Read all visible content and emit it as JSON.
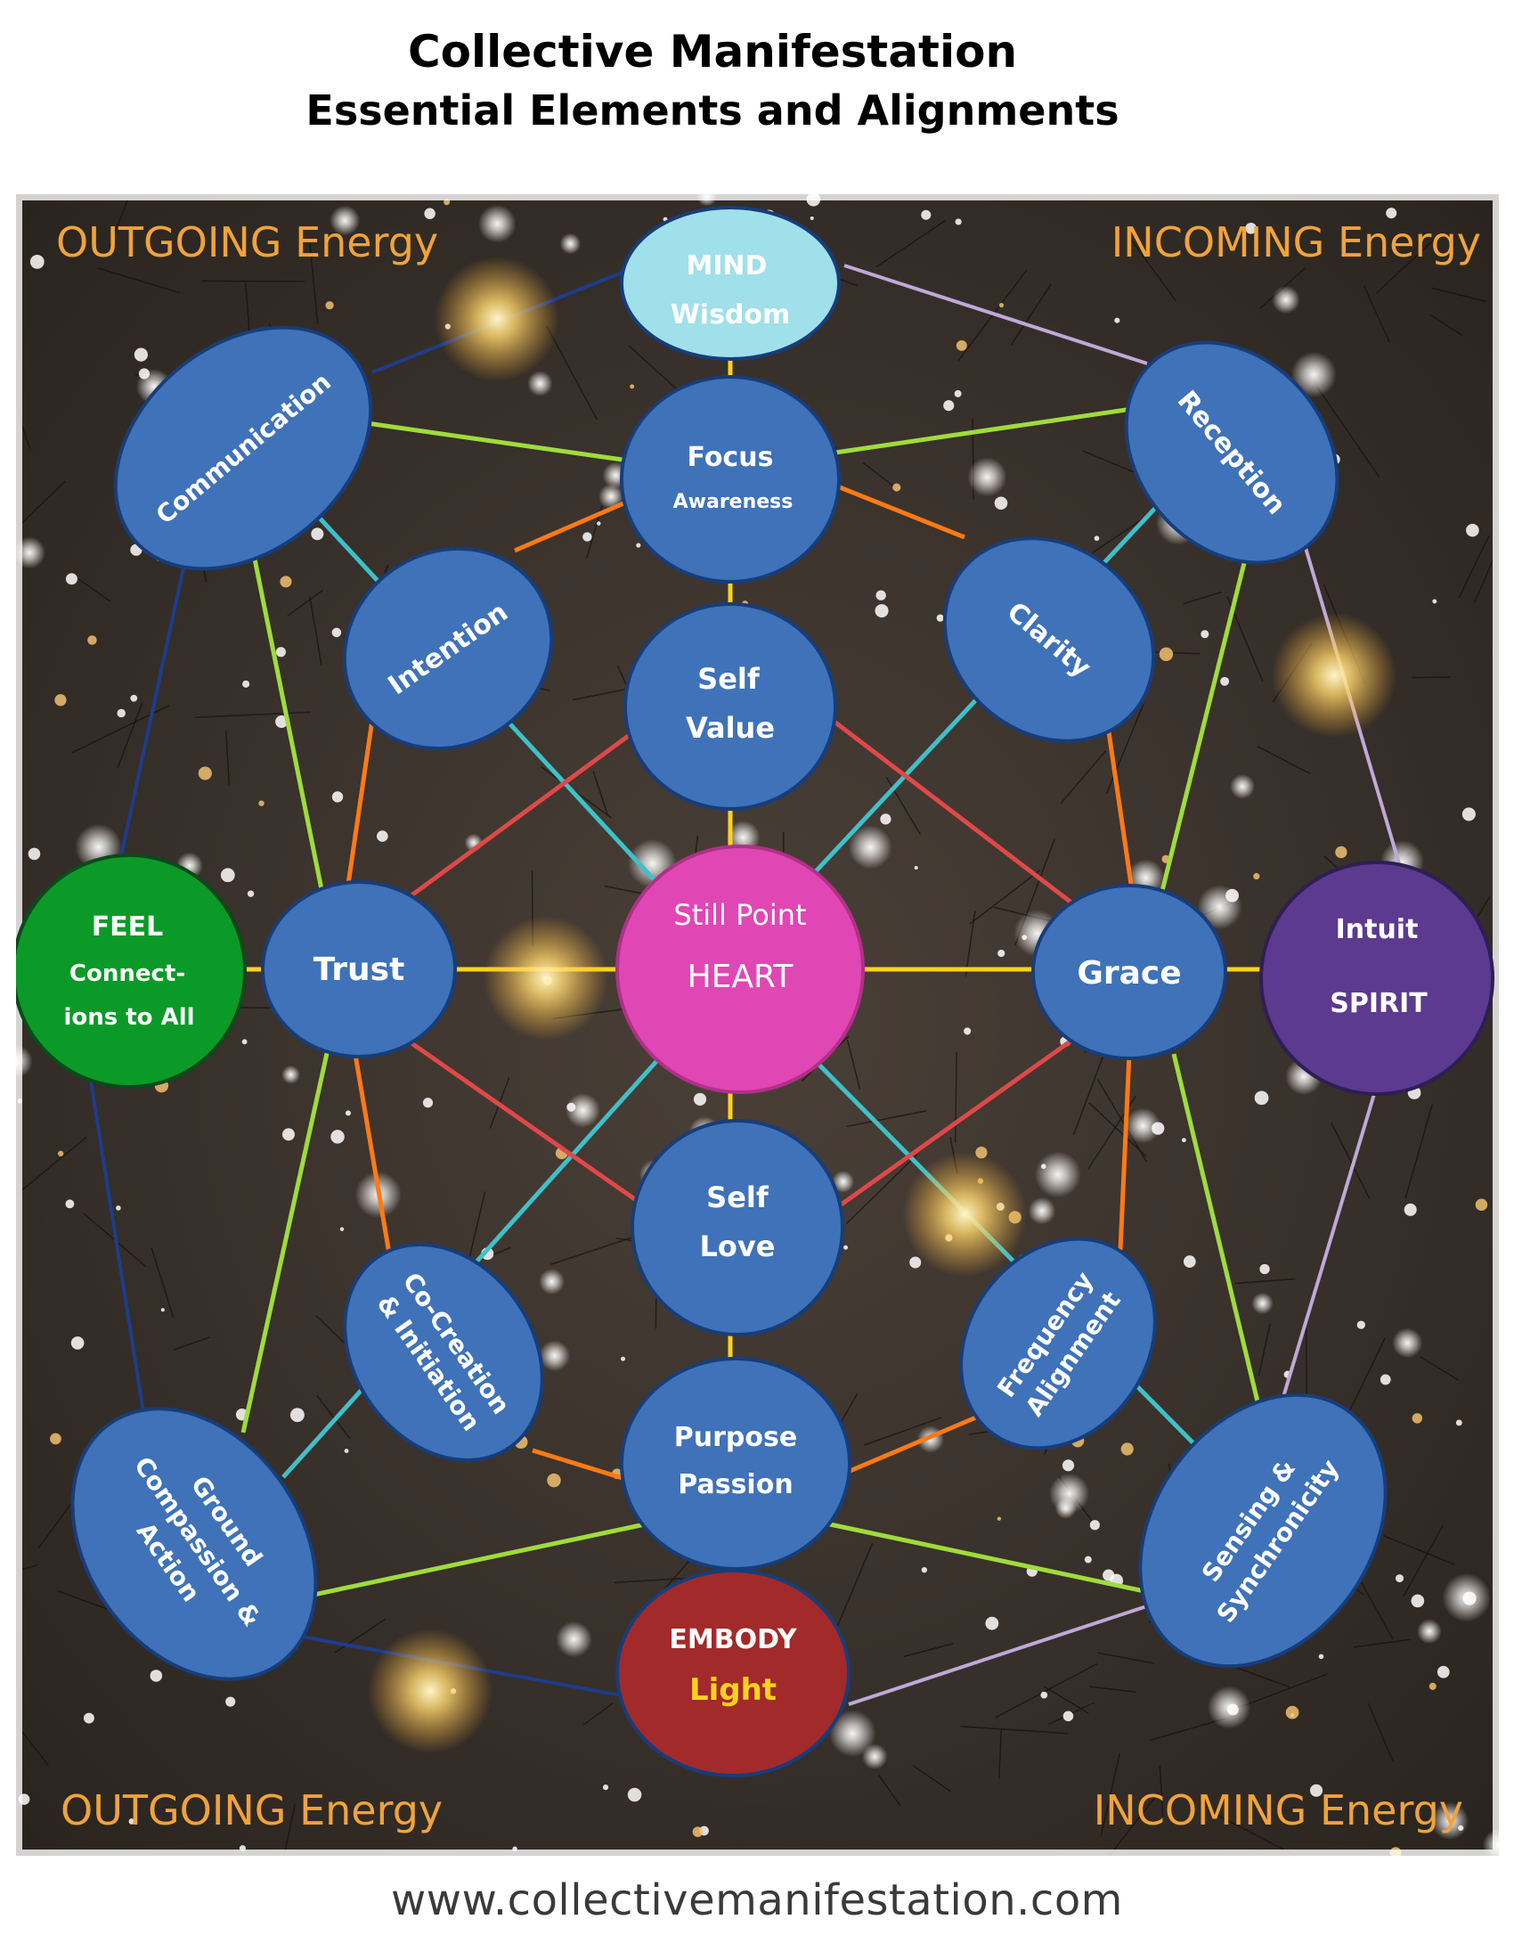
{
  "title": {
    "line1": "Collective Manifestation",
    "line2": "Essential Elements and Alignments"
  },
  "corners": {
    "top_left": "OUTGOING  Energy",
    "top_right": "INCOMING Energy",
    "bottom_left": "OUTGOING Energy",
    "bottom_right": "INCOMING Energy"
  },
  "footer": {
    "url": "www.collectivemanifestation.com"
  },
  "colors": {
    "node_blue": "#3f72b8",
    "node_outline": "#173d7a",
    "mind": "#9fe0ea",
    "heart": "#e146b5",
    "feel": "#0b9a28",
    "spirit": "#5b3a8f",
    "embody": "#a22a2a",
    "corner_text": "#f0a33a",
    "yellow_line": "#ffd21e",
    "orange_line": "#ff7a16",
    "green_line": "#9fdc3c",
    "teal_line": "#3fc0c8",
    "red_line": "#e04848",
    "lavender_line": "#c0a8d8",
    "navy_line": "#1e3c8c"
  },
  "nodes": {
    "mind": {
      "line1": "MIND",
      "line2": "Wisdom"
    },
    "focus": {
      "line1": "Focus",
      "line2": "Awareness"
    },
    "self_value": {
      "line1": "Self",
      "line2": "Value"
    },
    "heart": {
      "line1": "Still Point",
      "line2": "HEART"
    },
    "self_love": {
      "line1": "Self",
      "line2": "Love"
    },
    "purpose": {
      "line1": "Purpose",
      "line2": "Passion"
    },
    "embody": {
      "line1": "EMBODY",
      "line2": "Light"
    },
    "trust": {
      "label": "Trust"
    },
    "grace": {
      "label": "Grace"
    },
    "feel": {
      "line1": "FEEL",
      "line2": "Connect-",
      "line3": "ions to All"
    },
    "spirit": {
      "line1": "Intuit",
      "line2": "SPIRIT"
    },
    "communication": {
      "label": "Communication"
    },
    "intention": {
      "label": "Intention"
    },
    "reception": {
      "label": "Reception"
    },
    "clarity": {
      "label": "Clarity"
    },
    "cocreation": {
      "line1": "Co-Creation",
      "line2": "& Initiation"
    },
    "frequency": {
      "line1": "Frequency",
      "line2": "Alignment"
    },
    "ground": {
      "line1": "Ground",
      "line2": "Compassion &",
      "line3": "Action"
    },
    "sensing": {
      "line1": "Sensing &",
      "line2": "Synchronicity"
    }
  }
}
